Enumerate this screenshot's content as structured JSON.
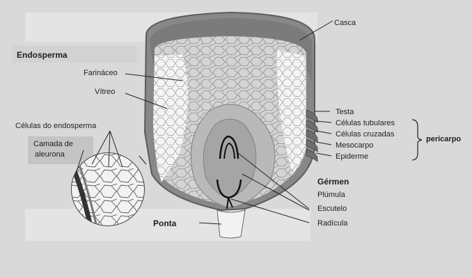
{
  "labels": {
    "casca": "Casca",
    "endosperma": "Endosperma",
    "farinaceo": "Farináceo",
    "vitreo": "Vítreo",
    "celulas_endosperma": "Células do endosperma",
    "camada_aleurona_1": "Camada de",
    "camada_aleurona_2": "aleurona",
    "ponta": "Ponta",
    "testa": "Testa",
    "celulas_tubulares": "Células tubulares",
    "celulas_cruzadas": "Células cruzadas",
    "mesocarpo": "Mesocarpo",
    "epiderme": "Epiderme",
    "pericarpo": "pericarpo",
    "germen": "Gérmen",
    "plumula": "Plúmula",
    "escutelo": "Escutelo",
    "radicula": "Radícula"
  }
}
